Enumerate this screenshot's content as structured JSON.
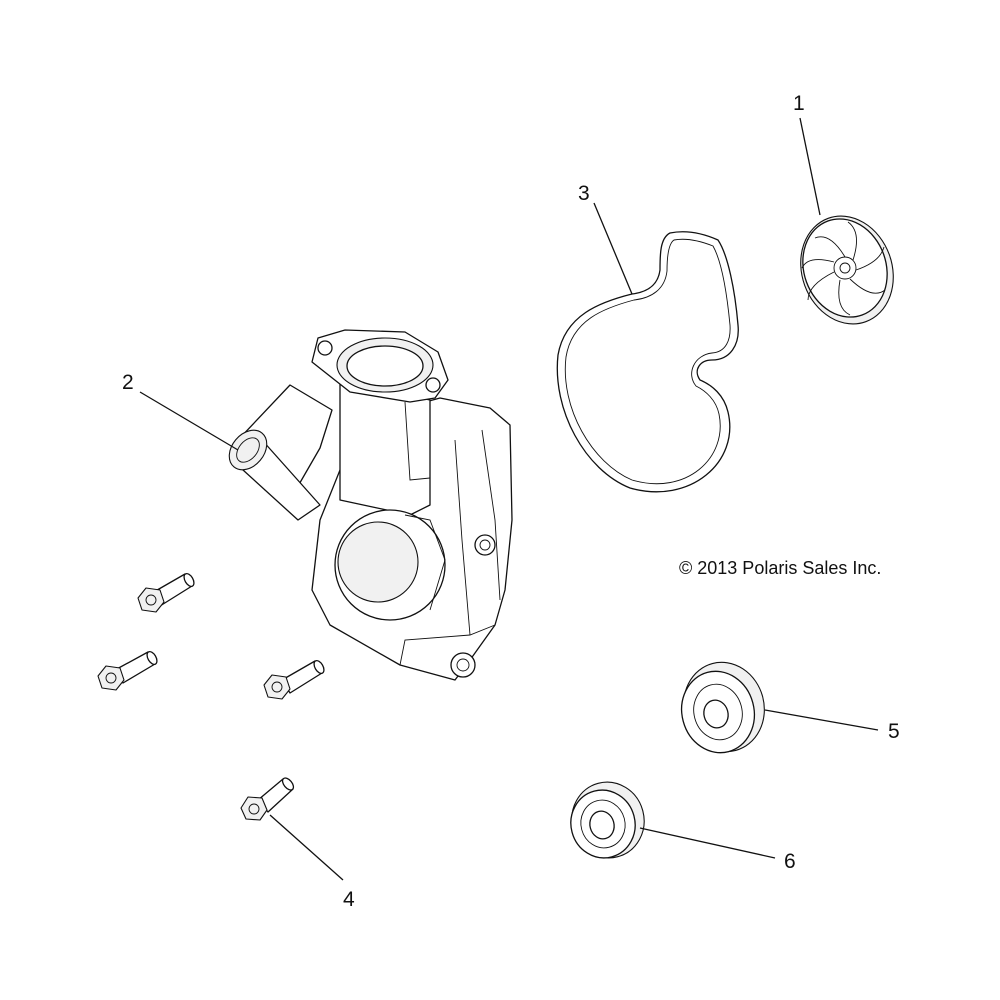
{
  "copyright": "© 2013 Polaris Sales Inc.",
  "callouts": [
    {
      "id": "1",
      "label": "1",
      "part": "impeller"
    },
    {
      "id": "2",
      "label": "2",
      "part": "water-pump-housing"
    },
    {
      "id": "3",
      "label": "3",
      "part": "gasket"
    },
    {
      "id": "4",
      "label": "4",
      "part": "flange-bolt"
    },
    {
      "id": "5",
      "label": "5",
      "part": "seal"
    },
    {
      "id": "6",
      "label": "6",
      "part": "oil-seal"
    }
  ]
}
